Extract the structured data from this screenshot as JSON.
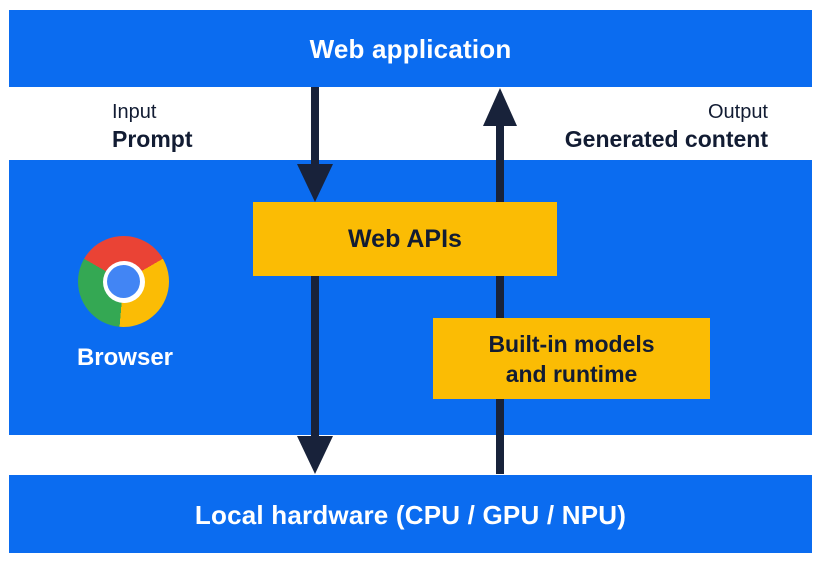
{
  "diagram_title": "Web application to local hardware architecture",
  "colors": {
    "band_blue": "#0B6CF0",
    "box_yellow": "#FBBC04",
    "dark_navy_text": "#121C33",
    "arrow_navy": "#18223A",
    "white_text": "#FFFFFF",
    "chrome_red": "#EA4335",
    "chrome_yellow": "#FBBC05",
    "chrome_green": "#34A853",
    "chrome_blue": "#4285F4"
  },
  "top_bar": {
    "label": "Web application"
  },
  "io": {
    "input_caption": "Input",
    "input_label": "Prompt",
    "output_caption": "Output",
    "output_label": "Generated content"
  },
  "browser": {
    "label": "Browser",
    "icon": "chrome-logo"
  },
  "boxes": {
    "web_apis": "Web APIs",
    "builtin_line1": "Built-in models",
    "builtin_line2": "and runtime"
  },
  "arrows": {
    "down_direction": "web application to web APIs to local hardware",
    "up_direction": "local hardware through built-in models to web application"
  },
  "bottom_bar": {
    "label": "Local hardware (CPU / GPU / NPU)"
  }
}
